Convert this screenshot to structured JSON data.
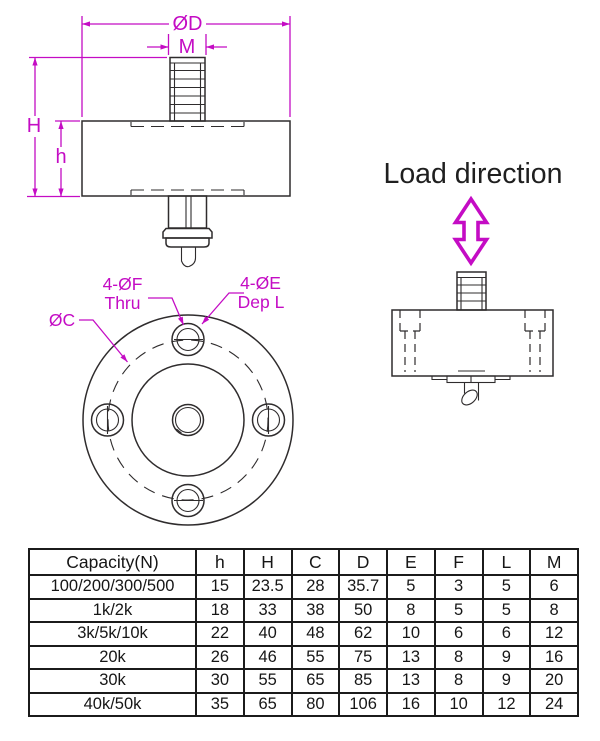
{
  "drawing": {
    "colors": {
      "dimension_magenta": "#C40CC4",
      "line_black": "#2F2C2D"
    },
    "front_view": {
      "dim_outer_diameter": "ØD",
      "dim_thread": "M",
      "dim_total_height": "H",
      "dim_body_height": "h"
    },
    "bottom_view": {
      "thru_hole_label_line1": "4-ØF",
      "thru_hole_label_line2": "Thru",
      "counterbore_label_line1": "4-ØE",
      "counterbore_label_line2": "Dep L",
      "bolt_circle_label": "ØC"
    },
    "load_direction": {
      "label": "Load direction"
    }
  },
  "table": {
    "headers": [
      "Capacity(N)",
      "h",
      "H",
      "C",
      "D",
      "E",
      "F",
      "L",
      "M"
    ],
    "rows": [
      [
        "100/200/300/500",
        "15",
        "23.5",
        "28",
        "35.7",
        "5",
        "3",
        "5",
        "6"
      ],
      [
        "1k/2k",
        "18",
        "33",
        "38",
        "50",
        "8",
        "5",
        "5",
        "8"
      ],
      [
        "3k/5k/10k",
        "22",
        "40",
        "48",
        "62",
        "10",
        "6",
        "6",
        "12"
      ],
      [
        "20k",
        "26",
        "46",
        "55",
        "75",
        "13",
        "8",
        "9",
        "16"
      ],
      [
        "30k",
        "30",
        "55",
        "65",
        "85",
        "13",
        "8",
        "9",
        "20"
      ],
      [
        "40k/50k",
        "35",
        "65",
        "80",
        "106",
        "16",
        "10",
        "12",
        "24"
      ]
    ]
  }
}
